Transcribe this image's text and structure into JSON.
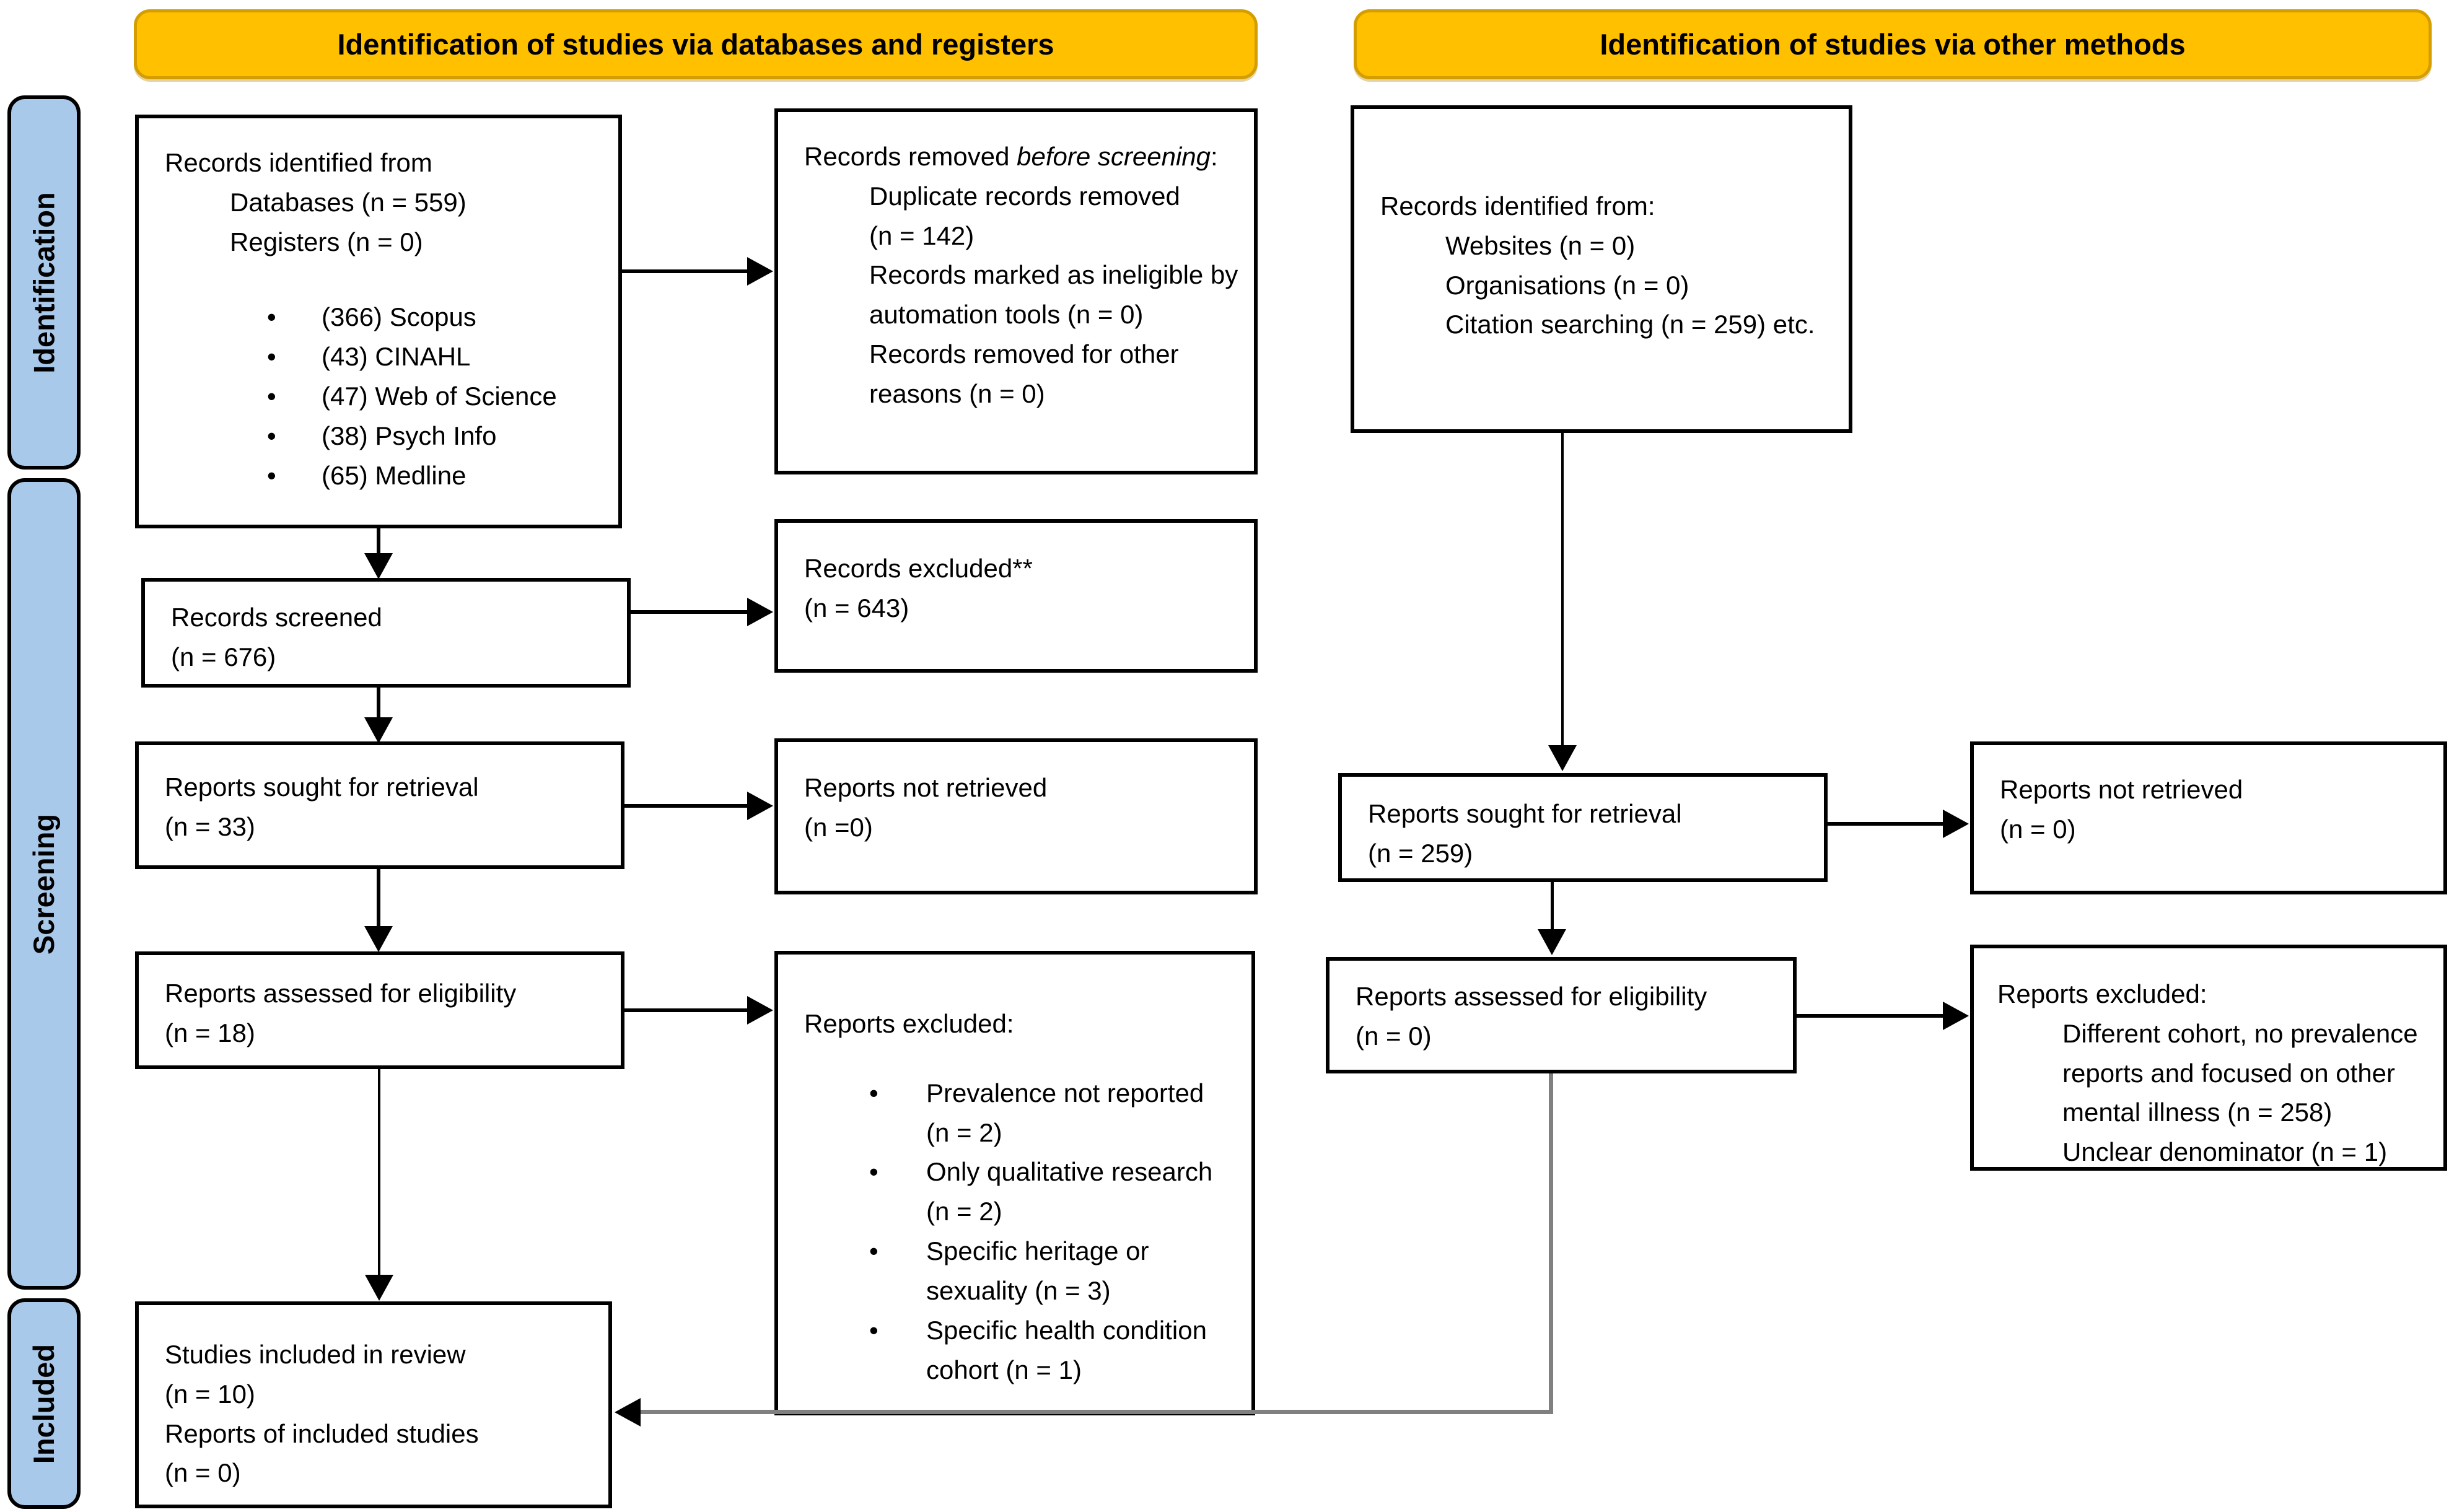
{
  "headers": {
    "left": "Identification of studies via databases and registers",
    "right": "Identification of studies via other methods"
  },
  "sidebar": {
    "identification": "Identification",
    "screening": "Screening",
    "included": "Included"
  },
  "colors": {
    "banner_bg": "#FFC000",
    "banner_border": "#D49E00",
    "stage_bg": "#A9C9EA",
    "box_border": "#000000",
    "connector_gray": "#808080"
  },
  "boxes": {
    "records_identified_db": {
      "title": "Records identified from",
      "lines": [
        "Databases (n = 559)",
        "Registers (n = 0)"
      ],
      "bullets": [
        "(366) Scopus",
        "(43) CINAHL",
        "(47) Web of Science",
        "(38) Psych Info",
        "(65) Medline"
      ]
    },
    "records_removed": {
      "title_prefix": "Records removed ",
      "title_italic": "before screening",
      "title_suffix": ":",
      "lines": [
        "Duplicate records removed",
        "(n = 142)",
        "Records marked as ineligible by",
        "automation tools (n = 0)",
        "Records removed for other",
        "reasons (n = 0)"
      ]
    },
    "records_screened": {
      "lines": [
        "Records screened",
        "(n = 676)"
      ]
    },
    "records_excluded": {
      "lines": [
        "Records excluded**",
        "(n = 643)"
      ]
    },
    "reports_sought_left": {
      "lines": [
        "Reports sought for retrieval",
        "(n = 33)"
      ]
    },
    "reports_not_retrieved_left": {
      "lines": [
        "Reports not retrieved",
        "(n =0)"
      ]
    },
    "reports_assessed_left": {
      "lines": [
        "Reports assessed for eligibility",
        "(n = 18)"
      ]
    },
    "reports_excluded_left": {
      "title": "Reports excluded:",
      "bullets": [
        [
          "Prevalence not reported",
          "(n = 2)"
        ],
        [
          "Only qualitative research",
          "(n = 2)"
        ],
        [
          "Specific heritage or",
          "sexuality (n = 3)"
        ],
        [
          "Specific health condition",
          "cohort (n = 1)"
        ]
      ]
    },
    "studies_included": {
      "lines": [
        "Studies included in review",
        "(n = 10)",
        "Reports of included studies",
        "(n = 0)"
      ]
    },
    "records_identified_other": {
      "title": "Records identified from:",
      "lines": [
        "Websites (n = 0)",
        "Organisations (n = 0)",
        "Citation searching (n = 259) etc."
      ]
    },
    "reports_sought_right": {
      "lines": [
        "Reports sought for retrieval",
        "(n = 259)"
      ]
    },
    "reports_not_retrieved_right": {
      "lines": [
        "Reports not retrieved",
        "(n = 0)"
      ]
    },
    "reports_assessed_right": {
      "lines": [
        "Reports assessed for eligibility",
        "(n = 0)"
      ]
    },
    "reports_excluded_right": {
      "title": "Reports excluded:",
      "lines": [
        "Different cohort, no prevalence",
        "reports and focused on other",
        "mental illness (n = 258)",
        "Unclear denominator (n = 1)"
      ]
    }
  },
  "icons": {
    "bullet": "•"
  }
}
